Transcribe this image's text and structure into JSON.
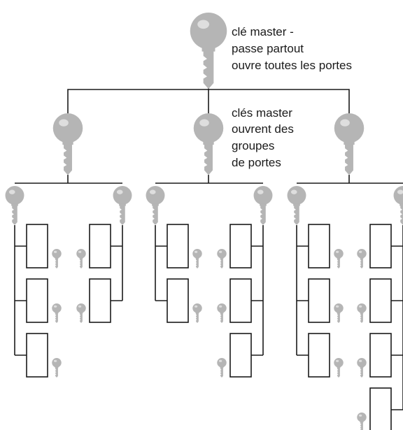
{
  "master_key": {
    "label_lines": [
      "clé master -",
      "passe partout",
      "ouvre toutes les portes"
    ]
  },
  "group_keys": {
    "label_lines": [
      "clés master",
      "ouvrent des",
      "groupes",
      "de portes"
    ]
  },
  "colors": {
    "key": "#b5b5b5",
    "line": "#1a1a1a",
    "door_fill": "#ffffff",
    "background": "#ffffff"
  },
  "icons": {
    "key": "key-icon",
    "door": "door-icon"
  }
}
